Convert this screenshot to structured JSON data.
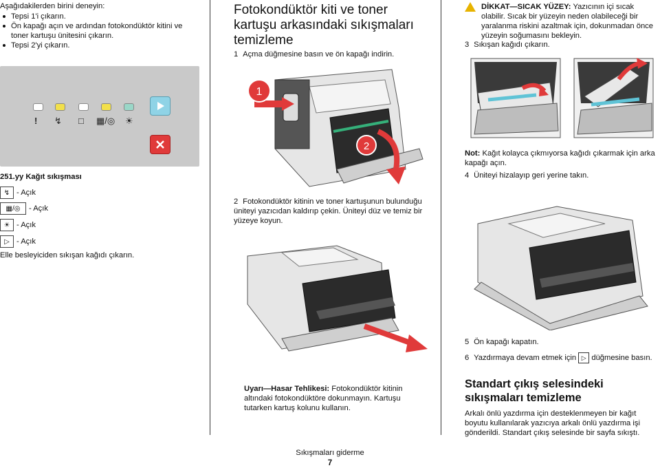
{
  "left": {
    "intro": "Aşağıdakilerden birini deneyin:",
    "bullets": [
      "Tepsi 1'i çıkarın.",
      "Ön kapağı açın ve ardından fotokondüktör kitini ve toner kartuşu ünitesini çıkarın.",
      "Tepsi 2'yi çıkarın."
    ],
    "panel_colors": {
      "panel": "#c9c9c9",
      "led_white": "#ffffff",
      "led_yellow": "#f2e04b",
      "led_green": "#9ad7c8",
      "start": "#8fd3e6",
      "cancel": "#e03a3a"
    },
    "jam_title": "251.yy Kağıt sıkışması",
    "status": [
      {
        "icon": "paper-jam-icon",
        "text": "- Açık"
      },
      {
        "icon": "toner-photoconductor-icon",
        "text": "- Açık"
      },
      {
        "icon": "ready-light-icon",
        "text": "- Açık"
      },
      {
        "icon": "start-icon",
        "text": "- Açık"
      }
    ],
    "instruction": "Elle besleyiciden sıkışan kağıdı çıkarın."
  },
  "middle": {
    "heading": "Fotokondüktör kiti ve toner kartuşu arkasındaki sıkışmaları temizleme",
    "step1_num": "1",
    "step1": "Açma düğmesine basın ve ön kapağı indirin.",
    "callout1": "1",
    "callout2": "2",
    "step2_num": "2",
    "step2": "Fotokondüktör kitinin ve toner kartuşunun bulunduğu üniteyi yazıcıdan kaldırıp çekin. Üniteyi düz ve temiz bir yüzeye koyun.",
    "warning_label": "Uyarı—Hasar Tehlikesi:",
    "warning_text": "Fotokondüktör kitinin altındaki fotokondüktöre dokunmayın. Kartuşu tutarken kartuş kolunu kullanın."
  },
  "right": {
    "caution_label": "DİKKAT—SICAK YÜZEY:",
    "caution_text": "Yazıcının içi sıcak olabilir. Sıcak bir yüzeyin neden olabileceği bir yaralanma riskini azaltmak için, dokunmadan önce yüzeyin soğumasını bekleyin.",
    "step3_num": "3",
    "step3": "Sıkışan kağıdı çıkarın.",
    "note_label": "Not:",
    "note_text": "Kağıt kolayca çıkmıyorsa kağıdı çıkarmak için arka kapağı açın.",
    "step4_num": "4",
    "step4": "Üniteyi hizalayıp geri yerine takın.",
    "step5_num": "5",
    "step5": "Ön kapağı kapatın.",
    "step6_num": "6",
    "step6_a": "Yazdırmaya devam etmek için",
    "step6_b": "düğmesine basın.",
    "heading2": "Standart çıkış selesindeki sıkışmaları temizleme",
    "para": "Arkalı önlü yazdırma için desteklenmeyen bir kağıt boyutu kullanılarak yazıcıya arkalı önlü yazdırma işi gönderildi. Standart çıkış selesinde bir sayfa sıkıştı."
  },
  "footer": {
    "title": "Sıkışmaları giderme",
    "page": "7"
  }
}
